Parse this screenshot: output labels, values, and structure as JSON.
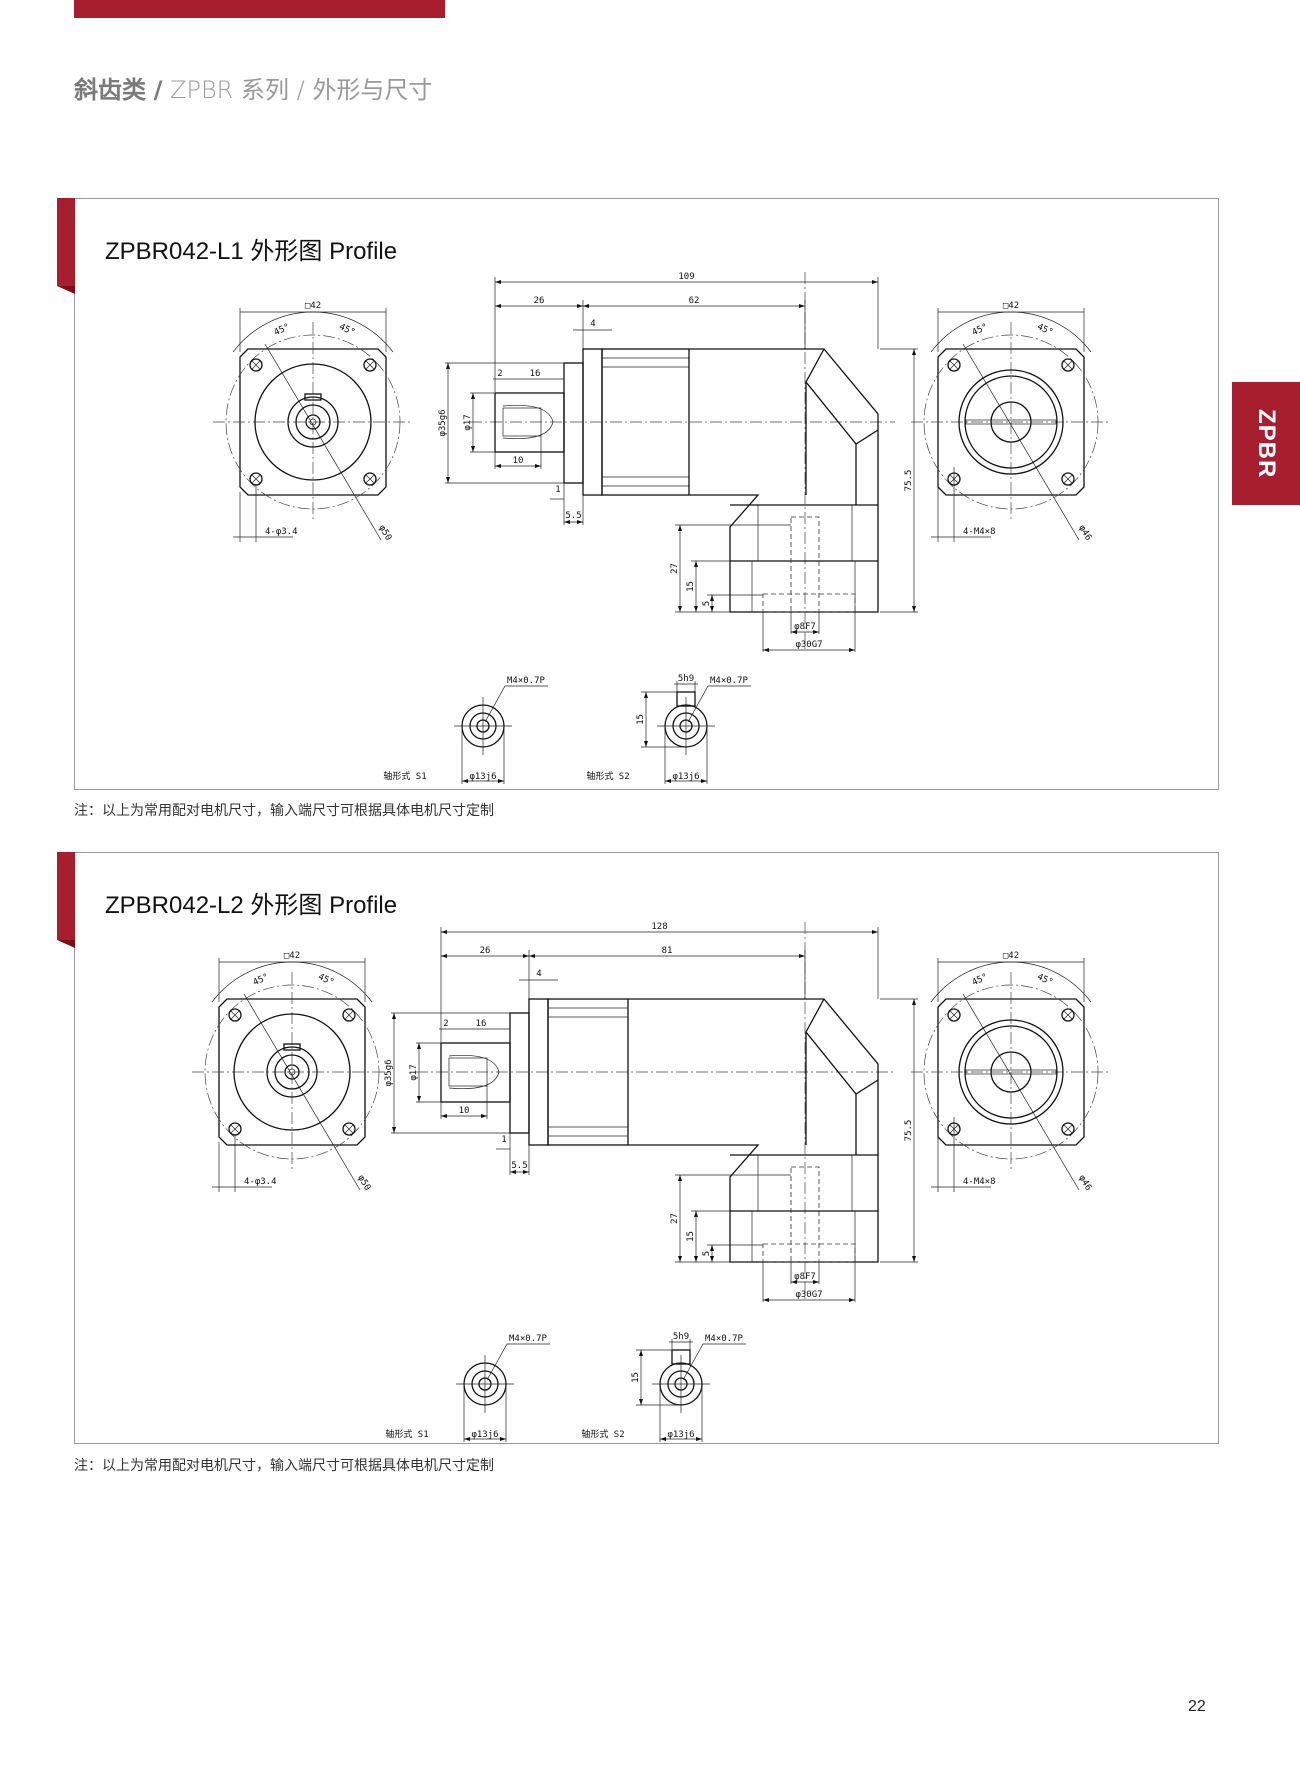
{
  "breadcrumb": {
    "category": "斜齿类",
    "sep1": "/",
    "series": "ZPBR 系列",
    "sep2": "/",
    "section": "外形与尺寸"
  },
  "side_tab": "ZPBR",
  "page_number": "22",
  "colors": {
    "brand": "#a71f2e"
  },
  "drawings": [
    {
      "title": "ZPBR042-L1 外形图 Profile",
      "note": "注：以上为常用配对电机尺寸，输入端尺寸可根据具体电机尺寸定制",
      "labels": {
        "square_in": "□42",
        "angle_l": "45°",
        "angle_r": "45°",
        "holes_in": "4-φ3.4",
        "pcd_in": "φ50",
        "total": "109",
        "input_len": "26",
        "body_len": "62",
        "flange_t": "4",
        "d2": "2",
        "d16": "16",
        "d35": "φ35g6",
        "d17": "φ17",
        "d10": "10",
        "d1": "1",
        "d55": "5.5",
        "height": "75.5",
        "h27": "27",
        "h15": "15",
        "h5": "5",
        "bore": "φ8F7",
        "pilot": "φ30G7",
        "square_out": "□42",
        "angle_l2": "45°",
        "angle_r2": "45°",
        "holes_out": "4-M4×8",
        "pcd_out": "φ46",
        "thread_s1": "M4×0.7P",
        "thread_s2": "M4×0.7P",
        "key": "5h9",
        "key_h": "15",
        "shaft_d_s1": "φ13j6",
        "shaft_d_s2": "φ13j6",
        "s1": "轴形式 S1",
        "s2": "轴形式 S2"
      }
    },
    {
      "title": "ZPBR042-L2 外形图 Profile",
      "note": "注：以上为常用配对电机尺寸，输入端尺寸可根据具体电机尺寸定制",
      "labels": {
        "square_in": "□42",
        "angle_l": "45°",
        "angle_r": "45°",
        "holes_in": "4-φ3.4",
        "pcd_in": "φ50",
        "total": "128",
        "input_len": "26",
        "body_len": "81",
        "flange_t": "4",
        "d2": "2",
        "d16": "16",
        "d35": "φ35g6",
        "d17": "φ17",
        "d10": "10",
        "d1": "1",
        "d55": "5.5",
        "height": "75.5",
        "h27": "27",
        "h15": "15",
        "h5": "5",
        "bore": "φ8F7",
        "pilot": "φ30G7",
        "square_out": "□42",
        "angle_l2": "45°",
        "angle_r2": "45°",
        "holes_out": "4-M4×8",
        "pcd_out": "φ46",
        "thread_s1": "M4×0.7P",
        "thread_s2": "M4×0.7P",
        "key": "5h9",
        "key_h": "15",
        "shaft_d_s1": "φ13j6",
        "shaft_d_s2": "φ13j6",
        "s1": "轴形式 S1",
        "s2": "轴形式 S2"
      }
    }
  ]
}
